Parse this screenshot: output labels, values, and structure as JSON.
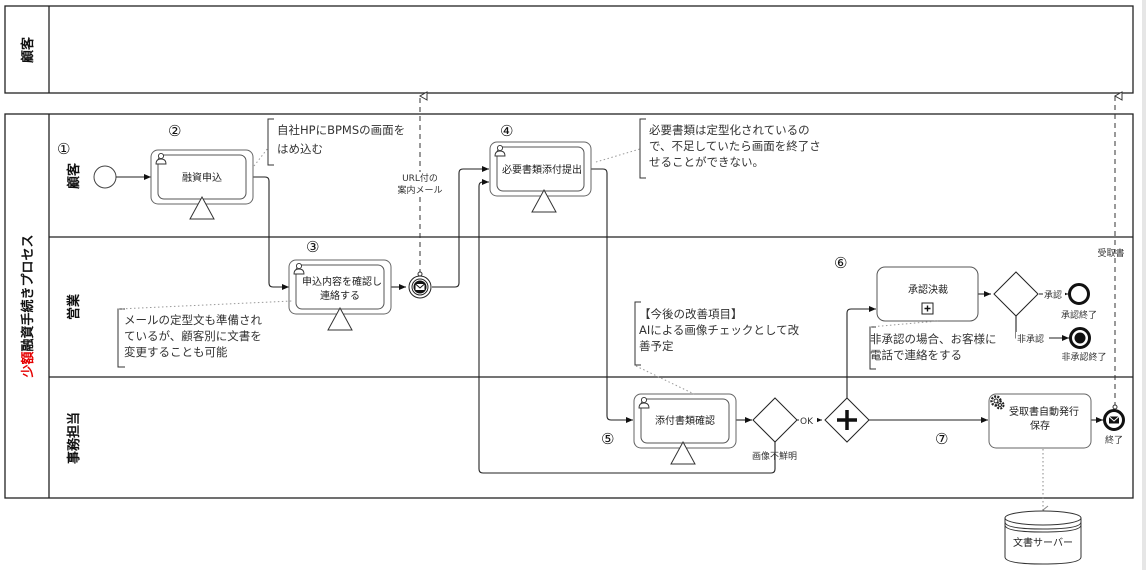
{
  "pools": {
    "customer_pool": {
      "label": "顧客"
    },
    "process_pool": {
      "label_highlight": "少額",
      "label_rest": "融資手続きプロセス",
      "highlight_color": "#e60000"
    }
  },
  "lanes": [
    {
      "id": "customer",
      "label": "顧客"
    },
    {
      "id": "sales",
      "label": "営業"
    },
    {
      "id": "office",
      "label": "事務担当"
    }
  ],
  "step_numbers": [
    "①",
    "②",
    "③",
    "④",
    "⑤",
    "⑥",
    "⑦"
  ],
  "tasks": {
    "loan_application": {
      "label": "融資申込",
      "type": "user",
      "marker": "multi-instance-triangle"
    },
    "confirm_contact": {
      "label_line1": "申込内容を確認し",
      "label_line2": "連絡する",
      "type": "user",
      "marker": "multi-instance-triangle"
    },
    "submit_documents": {
      "label": "必要書類添付提出",
      "type": "user",
      "marker": "multi-instance-triangle"
    },
    "check_attachments": {
      "label": "添付書類確認",
      "type": "user",
      "marker": "multi-instance-triangle"
    },
    "approval": {
      "label": "承認決裁",
      "type": "subprocess",
      "marker": "plus"
    },
    "receipt_auto": {
      "label_line1": "受取書自動発行",
      "label_line2": "保存",
      "type": "service"
    }
  },
  "events": {
    "start": {
      "type": "start"
    },
    "mail_intermediate": {
      "type": "intermediate-message-throw"
    },
    "approved_end": {
      "label": "承認終了",
      "type": "end"
    },
    "rejected_end": {
      "label": "非承認終了",
      "type": "terminate-end"
    },
    "end_message": {
      "label": "終了",
      "type": "end-message"
    }
  },
  "gateways": {
    "doc_check": {
      "type": "exclusive"
    },
    "parallel": {
      "type": "parallel"
    },
    "approval_gw": {
      "type": "exclusive"
    }
  },
  "flow_labels": {
    "ok": "OK",
    "image_unclear": "画像不鮮明",
    "approve": "承認",
    "reject": "非承認"
  },
  "message_flows": {
    "url_mail_line1": "URL付の",
    "url_mail_line2": "案内メール",
    "receipt": "受取書"
  },
  "annotations": {
    "embed_bpms": [
      "自社HPにBPMSの画面を",
      "はめ込む"
    ],
    "required_docs": [
      "必要書類は定型化されているの",
      "で、不足していたら画面を終了さ",
      "せることができない。"
    ],
    "mail_template": [
      "メールの定型文も準備され",
      "ているが、顧客別に文書を",
      "変更することも可能"
    ],
    "future_improvement": [
      "【今後の改善項目】",
      "AIによる画像チェックとして改",
      "善予定"
    ],
    "reject_call": [
      "非承認の場合、お客様に",
      "電話で連絡をする"
    ]
  },
  "data_store": {
    "label": "文書サーバー"
  },
  "colors": {
    "line": "#222222",
    "task_border": "#555555",
    "dotted": "#888888"
  }
}
